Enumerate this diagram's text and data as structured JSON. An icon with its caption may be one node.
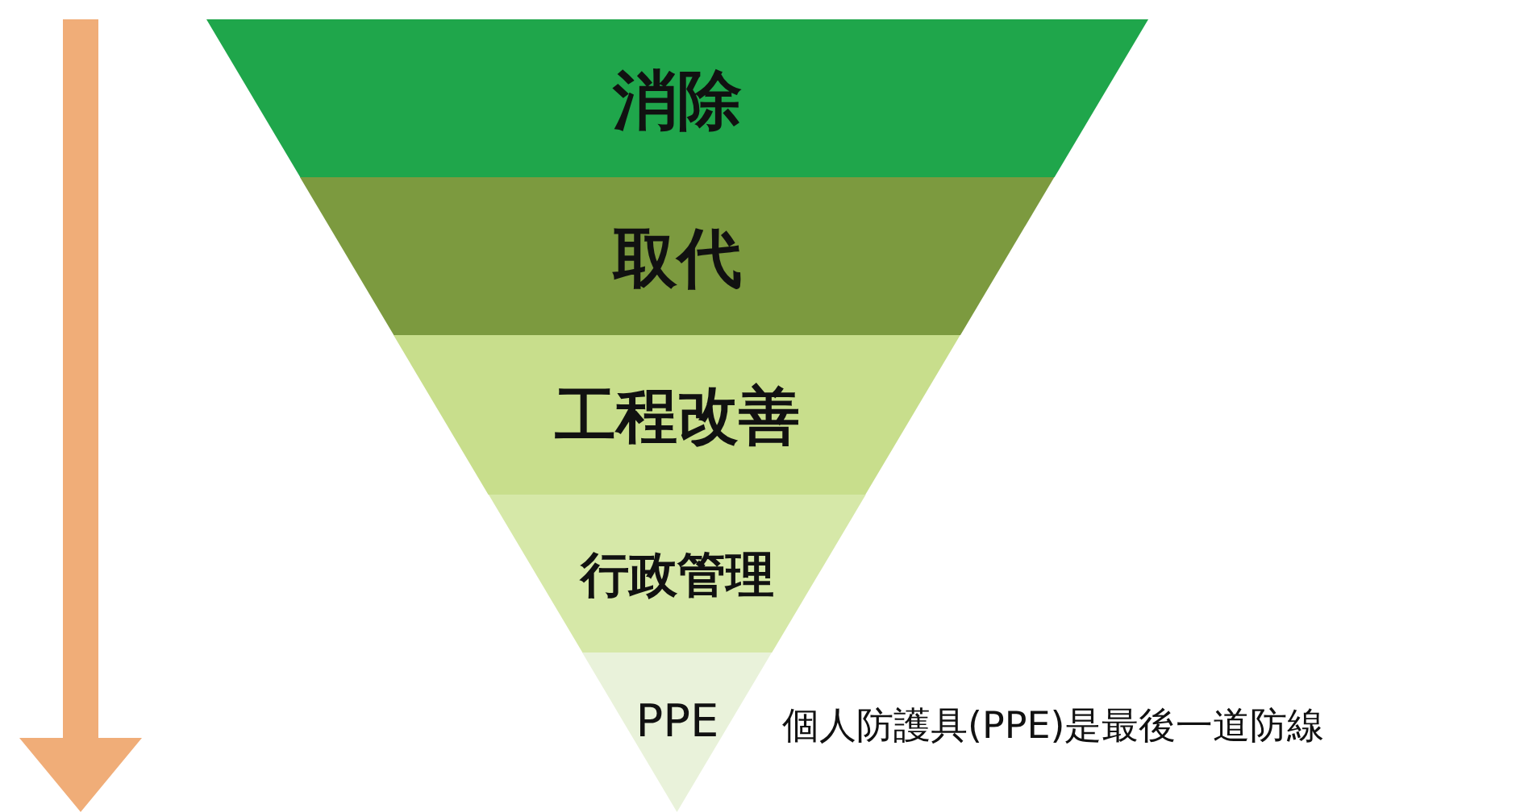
{
  "diagram": {
    "nodes": [
      {
        "text": [
          "消除"
        ]
      },
      {
        "text": [
          "取代"
        ]
      },
      {
        "text": [
          "工程改善"
        ]
      },
      {
        "text": [
          "行政管理"
        ]
      },
      {
        "text": [
          "PPE"
        ],
        "beside": [
          "個人防護具(PPE)是最後一道防線"
        ]
      }
    ]
  }
}
